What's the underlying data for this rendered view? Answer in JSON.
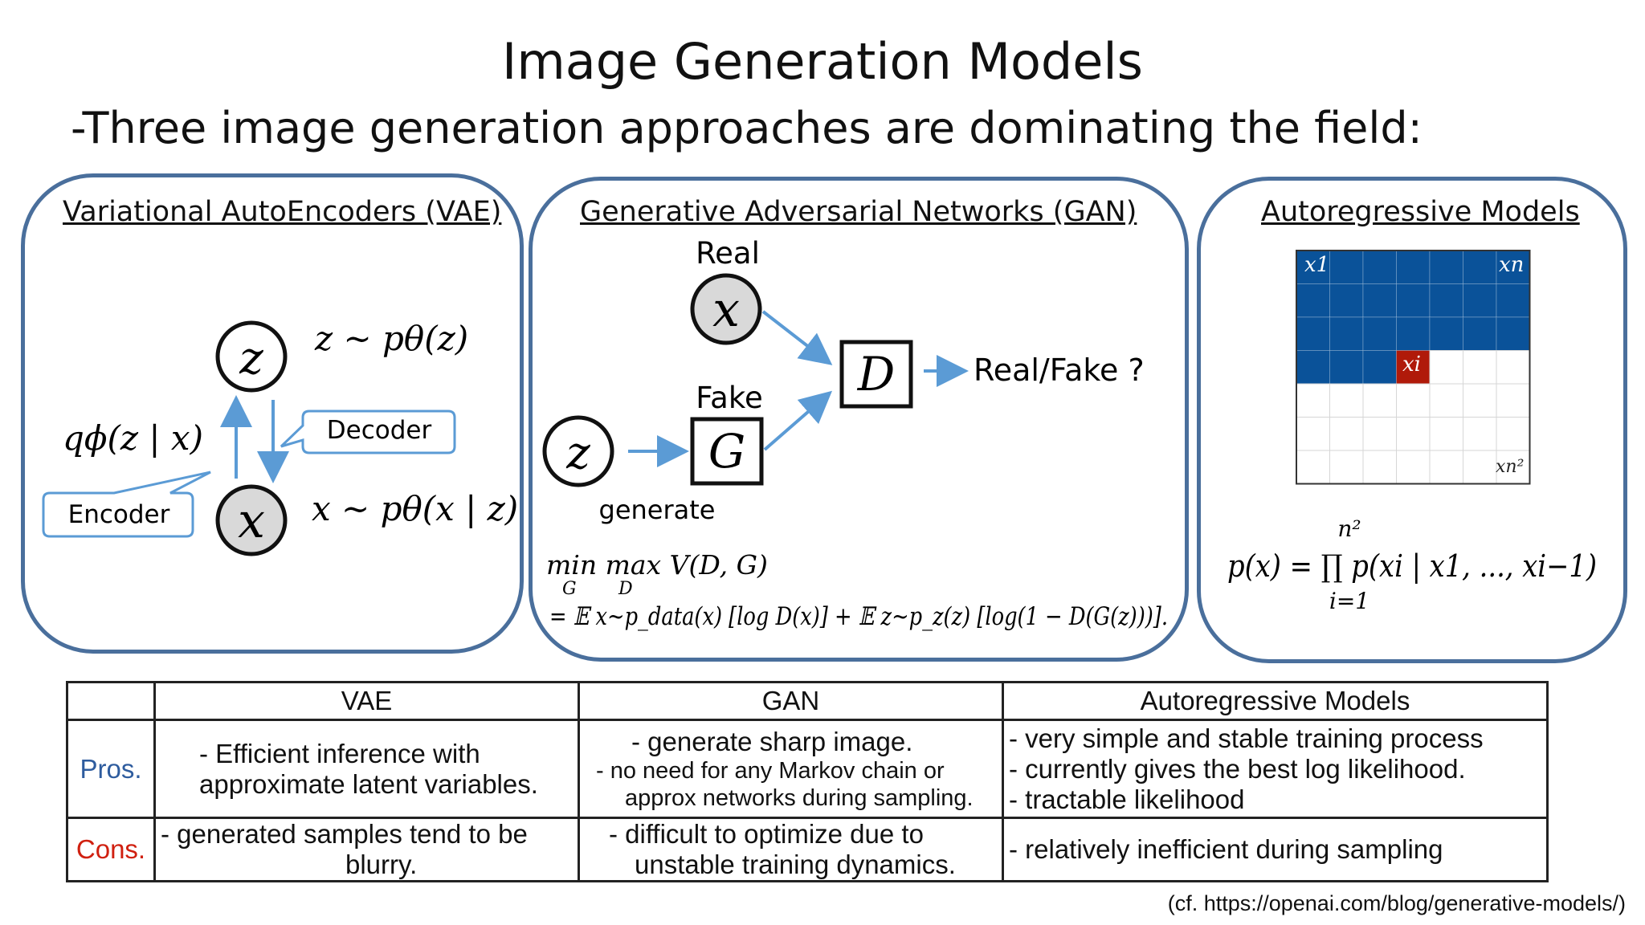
{
  "title": "Image Generation Models",
  "subtitle": "-Three image generation approaches are dominating the field:",
  "colors": {
    "panel_border": "#4a6f9c",
    "arrow": "#5b9bd5",
    "grid_blue": "#0a5299",
    "grid_red": "#b01a0a",
    "pros": "#2e5c9e",
    "cons": "#d02010"
  },
  "vae": {
    "title": "Variational AutoEncoders (VAE)",
    "node_z": "z",
    "node_x": "x",
    "prior": "z ~ pθ(z)",
    "likelihood": "x ~ pθ(x | z)",
    "posterior": "qϕ(z | x)",
    "decoder_label": "Decoder",
    "encoder_label": "Encoder"
  },
  "gan": {
    "title": "Generative Adversarial Networks (GAN)",
    "real_label": "Real",
    "fake_label": "Fake",
    "node_x": "x",
    "node_z": "z",
    "node_g": "G",
    "node_d": "D",
    "output_label": "Real/Fake ?",
    "generate_label": "generate",
    "objective_line1": "min max V(D, G)",
    "objective_line1_sub_g": "G",
    "objective_line1_sub_d": "D",
    "objective_line2": "= 𝔼 x~p_data(x) [log D(x)] + 𝔼 z~p_z(z) [log(1 − D(G(z)))]."
  },
  "autoregressive": {
    "title": "Autoregressive Models",
    "label_x1": "x1",
    "label_xn": "xn",
    "label_xi": "xi",
    "label_xn2": "xn²",
    "formula": "p(x) = ∏ p(xi | x1, ..., xi−1)",
    "product_upper": "n²",
    "product_lower": "i=1"
  },
  "table": {
    "headers": [
      "",
      "VAE",
      "GAN",
      "Autoregressive Models"
    ],
    "pros_label": "Pros.",
    "cons_label": "Cons.",
    "pros": {
      "vae": [
        "-   Efficient inference with",
        "approximate  latent variables."
      ],
      "gan": [
        "-   generate sharp image.",
        "-   no need for any Markov chain or",
        "approx networks during sampling."
      ],
      "ar": [
        "-   very simple and stable training process",
        "-   currently gives the best log likelihood.",
        "-   tractable likelihood"
      ]
    },
    "cons": {
      "vae": [
        "-   generated samples tend to be",
        "blurry."
      ],
      "gan": [
        "-   difficult to optimize due to",
        "unstable training dynamics."
      ],
      "ar": [
        "-   relatively inefficient during sampling"
      ]
    }
  },
  "citation": "(cf. https://openai.com/blog/generative-models/)"
}
